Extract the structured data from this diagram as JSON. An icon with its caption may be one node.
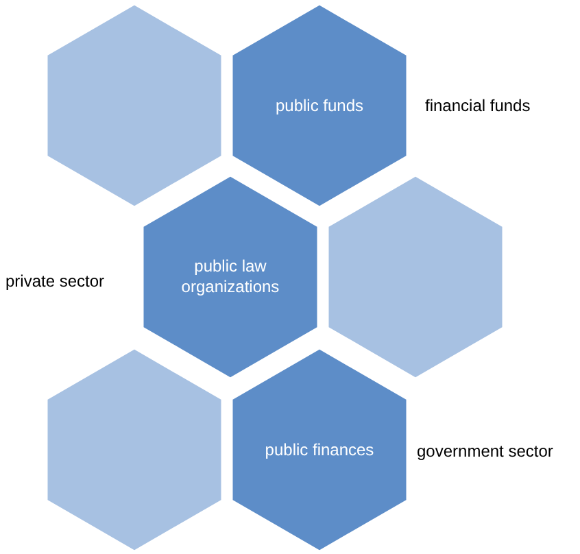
{
  "diagram": {
    "nodes": [
      {
        "text": [],
        "shape": "hexagon"
      },
      {
        "text": [
          "public funds"
        ]
      },
      {
        "text": [
          "public law organizations"
        ]
      },
      {
        "text": [],
        "shape": "hexagon"
      },
      {
        "text": [],
        "shape": "hexagon"
      },
      {
        "text": [
          "public finances"
        ]
      }
    ],
    "labels": [
      "financial funds",
      "private sector",
      "government sector"
    ]
  }
}
